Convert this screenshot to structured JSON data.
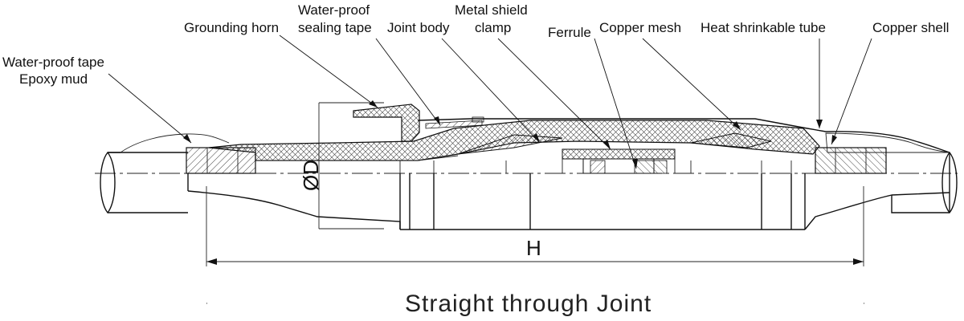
{
  "diagram": {
    "title": "Straight through Joint",
    "labels": {
      "water_proof_tape": "Water-proof tape",
      "epoxy_mud": "Epoxy mud",
      "grounding_horn": "Grounding horn",
      "water_proof_line1": "Water-proof",
      "water_proof_line2": "sealing tape",
      "joint_body": "Joint body",
      "metal_shield_line1": "Metal shield",
      "metal_shield_line2": "clamp",
      "ferrule": "Ferrule",
      "copper_mesh": "Copper mesh",
      "heat_shrinkable_tube": "Heat shrinkable tube",
      "copper_shell": "Copper shell"
    },
    "dimensions": {
      "diameter": "ØD",
      "length": "H"
    },
    "colors": {
      "line": "#111111",
      "hatch": "#333333",
      "background": "#ffffff"
    }
  }
}
